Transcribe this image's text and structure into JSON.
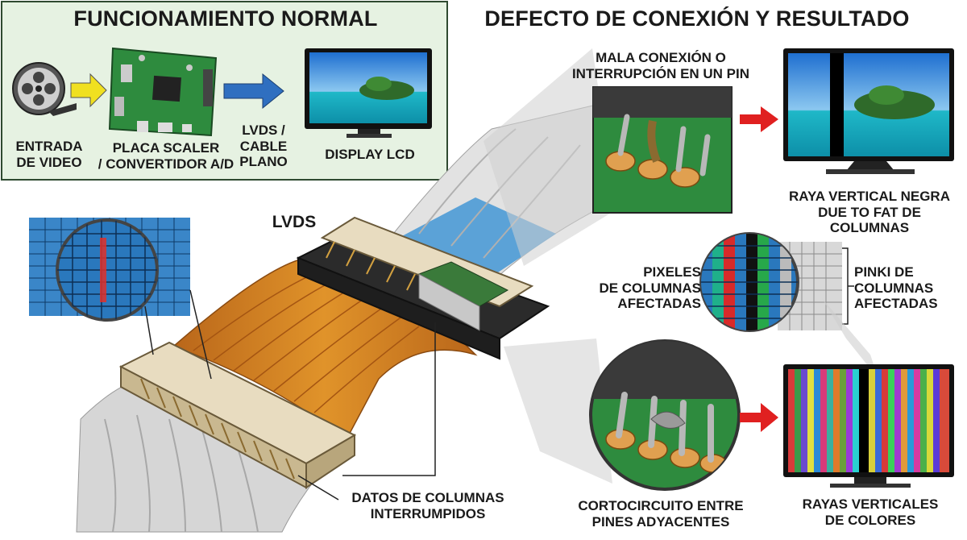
{
  "normal": {
    "title": "FUNCIONAMIENTO NORMAL",
    "input": [
      "ENTRADA",
      "DE VIDEO"
    ],
    "board": [
      "PLACA SCALER",
      "/ CONVERTIDOR A/D"
    ],
    "cable": [
      "LVDS /",
      "CABLE",
      "PLANO"
    ],
    "display": "DISPLAY LCD"
  },
  "defect": {
    "title": "DEFECTO DE CONEXIÓN Y RESULTADO",
    "bad_pin": [
      "MALA CONEXIÓN O",
      "INTERRUPCIÓN EN UN PIN"
    ],
    "black_stripe": [
      "RAYA VERTICAL NEGRA",
      "DUE TO FAT DE COLUMNAS"
    ],
    "pixels_left": [
      "PIXELES",
      "DE COLUMNAS",
      "AFECTADAS"
    ],
    "pixels_right": [
      "PINKI DE",
      "COLUMNAS",
      "AFECTADAS"
    ],
    "short": [
      "CORTOCIRCUITO ENTRE",
      "PINES ADYACENTES"
    ],
    "color_stripes": [
      "RAYAS VERTICALES",
      "DE COLORES"
    ]
  },
  "connector": {
    "lvds": "LVDS",
    "interrupted": [
      "DATOS DE COLUMNAS",
      "INTERRUMPIDOS"
    ]
  },
  "colors": {
    "panel_bg": "#e6f2e2",
    "panel_border": "#2f4a30",
    "pcb_green": "#2e8b3e",
    "arrow_yellow": "#f0e020",
    "arrow_blue": "#2f6fc0",
    "arrow_red": "#e02020",
    "flex_orange": "#d9841e",
    "cable_blue": "#4d9bd6",
    "connector_beige": "#e8dcc0"
  }
}
